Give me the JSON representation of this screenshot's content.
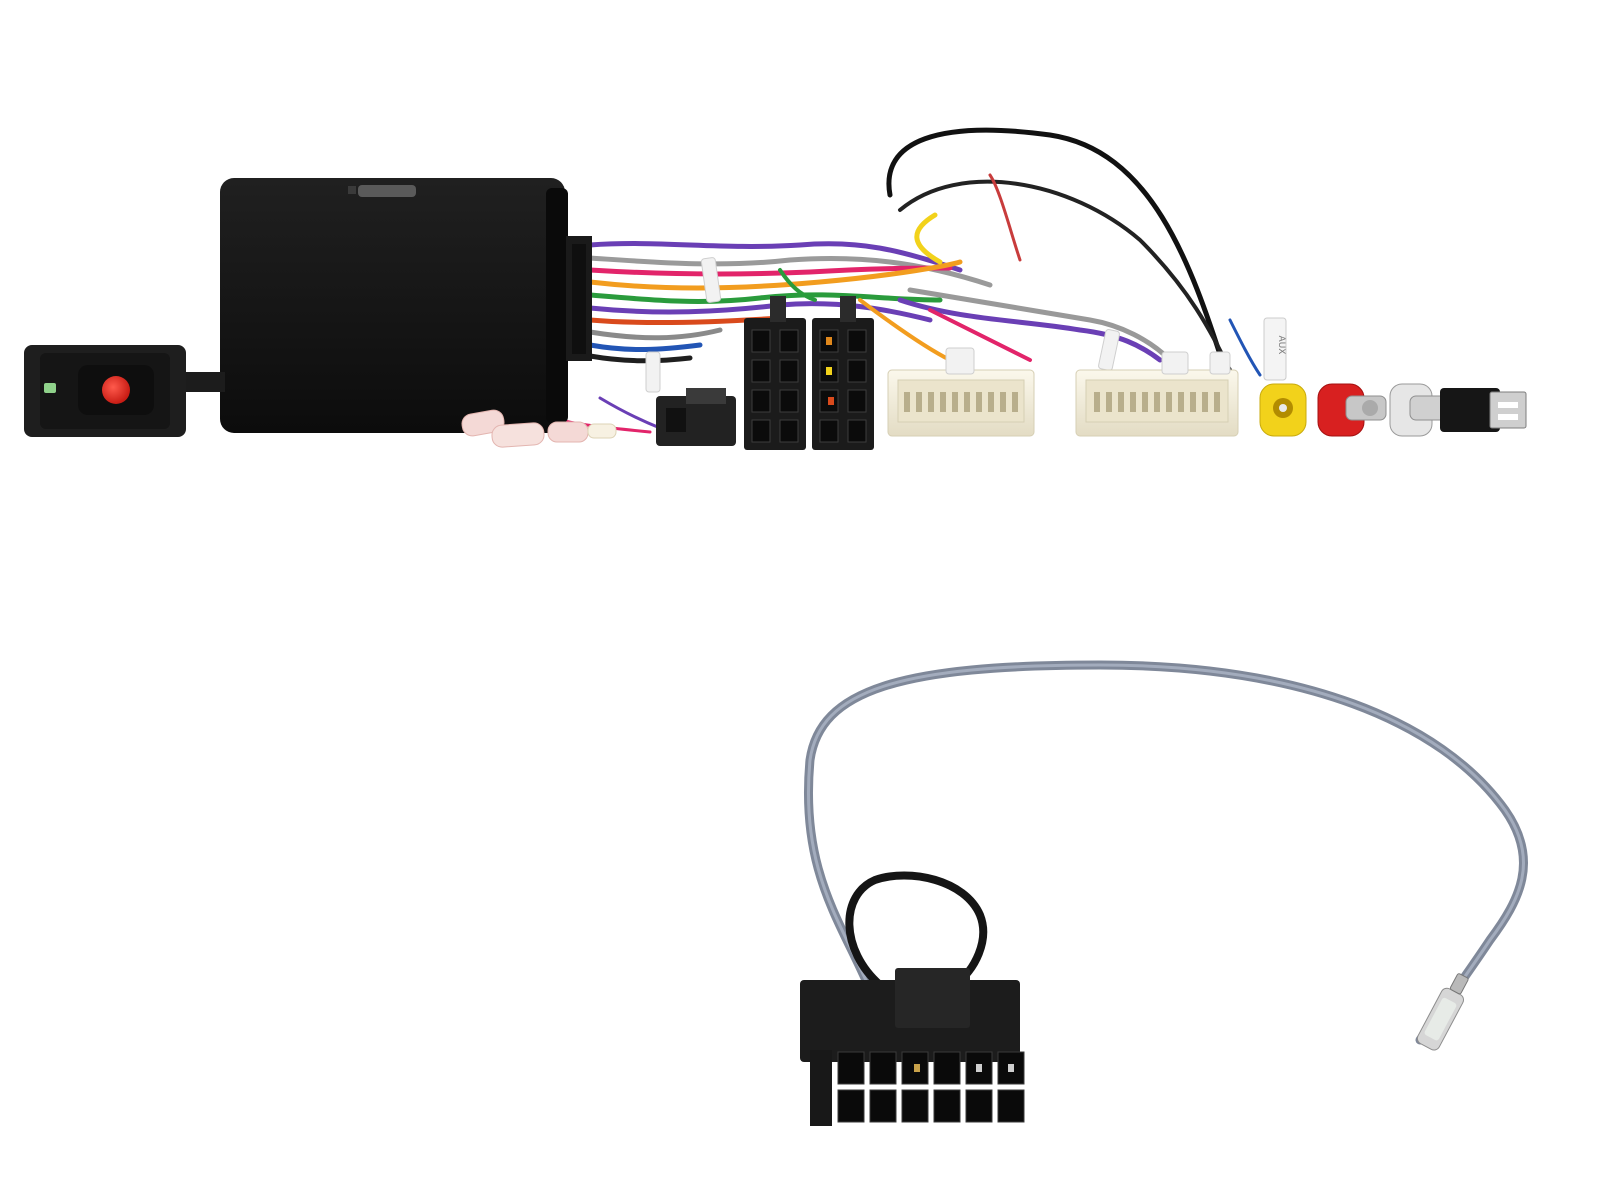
{
  "photo": {
    "background": "#ffffff",
    "labels": {
      "aux_tag": "AUX"
    },
    "colors": {
      "module_body": "#151515",
      "led_green": "#8fd18a",
      "button_red": "#e0281f",
      "connector_cream": "#f3efe0",
      "rca_yellow": "#f2d21b",
      "rca_red": "#d82020",
      "cable_grey": "#8a94a6"
    },
    "components": [
      {
        "name": "interface-module-box"
      },
      {
        "name": "led-remote-sensor"
      },
      {
        "name": "wire-harness-bundle"
      },
      {
        "name": "iso-connector-pair"
      },
      {
        "name": "oem-connector-left"
      },
      {
        "name": "oem-connector-right"
      },
      {
        "name": "rca-plugs"
      },
      {
        "name": "usb-plug"
      },
      {
        "name": "patch-lead-with-12-pin-plug"
      }
    ]
  }
}
